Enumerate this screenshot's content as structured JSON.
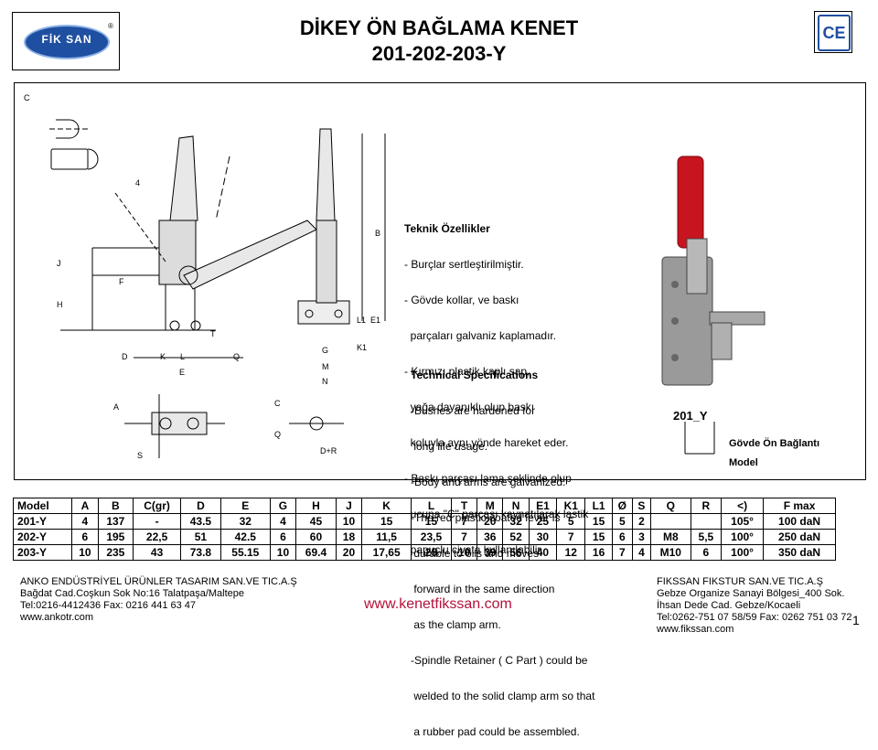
{
  "header": {
    "logo_text": "FİK SAN",
    "logo_mark": "®",
    "title_line1": "DİKEY ÖN BAĞLAMA KENET",
    "title_line2": "201-202-203-Y",
    "ce_mark": "CE"
  },
  "drawing_labels": {
    "c_top": "C",
    "dim_4": "4",
    "j": "J",
    "h": "H",
    "f": "F",
    "t": "T",
    "b": "B",
    "l1": "L1",
    "e1": "E1",
    "k1": "K1",
    "g": "G",
    "m": "M",
    "n": "N",
    "d": "D",
    "k": "K",
    "l": "L",
    "q_top": "Q",
    "e": "E",
    "a": "A",
    "s": "S",
    "c_mid": "C",
    "q_mid": "Q",
    "d_plus_r": "D+R"
  },
  "specs_tr": {
    "title": "Teknik Özellikler",
    "lines": [
      "- Burçlar sertleştirilmiştir.",
      "- Gövde kollar, ve baskı",
      "  parçaları galvaniz kaplamadır.",
      "- Kırmızı plastik kaplı sap,",
      "  yağa dayanıklı olup baskı",
      "  koluyla aynı yönde hareket eder.",
      "- Baskı parçası lama şeklinde olup",
      "  ucuna \"C\" parçası kaynatılarak lastik",
      "  papuçlu civata kullanılabilir."
    ]
  },
  "specs_en": {
    "title": "Technical Specifications",
    "lines": [
      "-Bushes are hardened for",
      " long life usage.",
      "-Body and arms are galvanized.",
      "-The red plastic coated lever is",
      " durable to oils and moves",
      " forward in the same direction",
      " as the clamp arm.",
      "-Spindle Retainer ( C Part ) could be",
      " welded to the solid clamp arm so that",
      " a rubber pad could be assembled."
    ]
  },
  "product": {
    "model_code": "201_Y",
    "mount_label": "Gövde Ön Bağlantı",
    "model_label": "Model"
  },
  "table": {
    "headers": [
      "Model",
      "A",
      "B",
      "C(gr)",
      "D",
      "E",
      "G",
      "H",
      "J",
      "K",
      "L",
      "T",
      "M",
      "N",
      "E1",
      "K1",
      "L1",
      "Ø",
      "S",
      "Q",
      "R",
      "<)",
      "F max"
    ],
    "rows": [
      [
        "201-Y",
        "4",
        "137",
        "-",
        "43.5",
        "32",
        "4",
        "45",
        "10",
        "15",
        "15",
        "7",
        "20",
        "32",
        "25",
        "5",
        "15",
        "5",
        "2",
        "",
        "",
        "105°",
        "100 daN"
      ],
      [
        "202-Y",
        "6",
        "195",
        "22,5",
        "51",
        "42.5",
        "6",
        "60",
        "18",
        "11,5",
        "23,5",
        "7",
        "36",
        "52",
        "30",
        "7",
        "15",
        "6",
        "3",
        "M8",
        "5,5",
        "100°",
        "250 daN"
      ],
      [
        "203-Y",
        "10",
        "235",
        "43",
        "73.8",
        "55.15",
        "10",
        "69.4",
        "20",
        "17,65",
        "25",
        "10",
        "39",
        "56",
        "40",
        "12",
        "16",
        "7",
        "4",
        "M10",
        "6",
        "100°",
        "350 daN"
      ]
    ]
  },
  "footer": {
    "left": {
      "company": "ANKO ENDÜSTRİYEL ÜRÜNLER TASARIM SAN.VE TIC.A.Ş",
      "address": "Bağdat Cad.Coşkun Sok No:16 Talatpaşa/Maltepe",
      "phone": "Tel:0216-4412436  Fax: 0216 441 63 47",
      "web": "www.ankotr.com"
    },
    "center_web": "www.kenetfikssan.com",
    "right": {
      "company": "FIKSSAN FIKSTUR SAN.VE TIC.A.Ş",
      "address1": "Gebze Organize Sanayi Bölgesi_400 Sok.",
      "address2": "İhsan Dede Cad. Gebze/Kocaeli",
      "phone": "Tel:0262-751 07 58/59  Fax: 0262 751 03 72",
      "web": "www.fikssan.com"
    },
    "page_number": "1"
  },
  "colors": {
    "logo_blue": "#1f4fa0",
    "handle_red": "#c8141e",
    "web_red": "#b3123a"
  }
}
